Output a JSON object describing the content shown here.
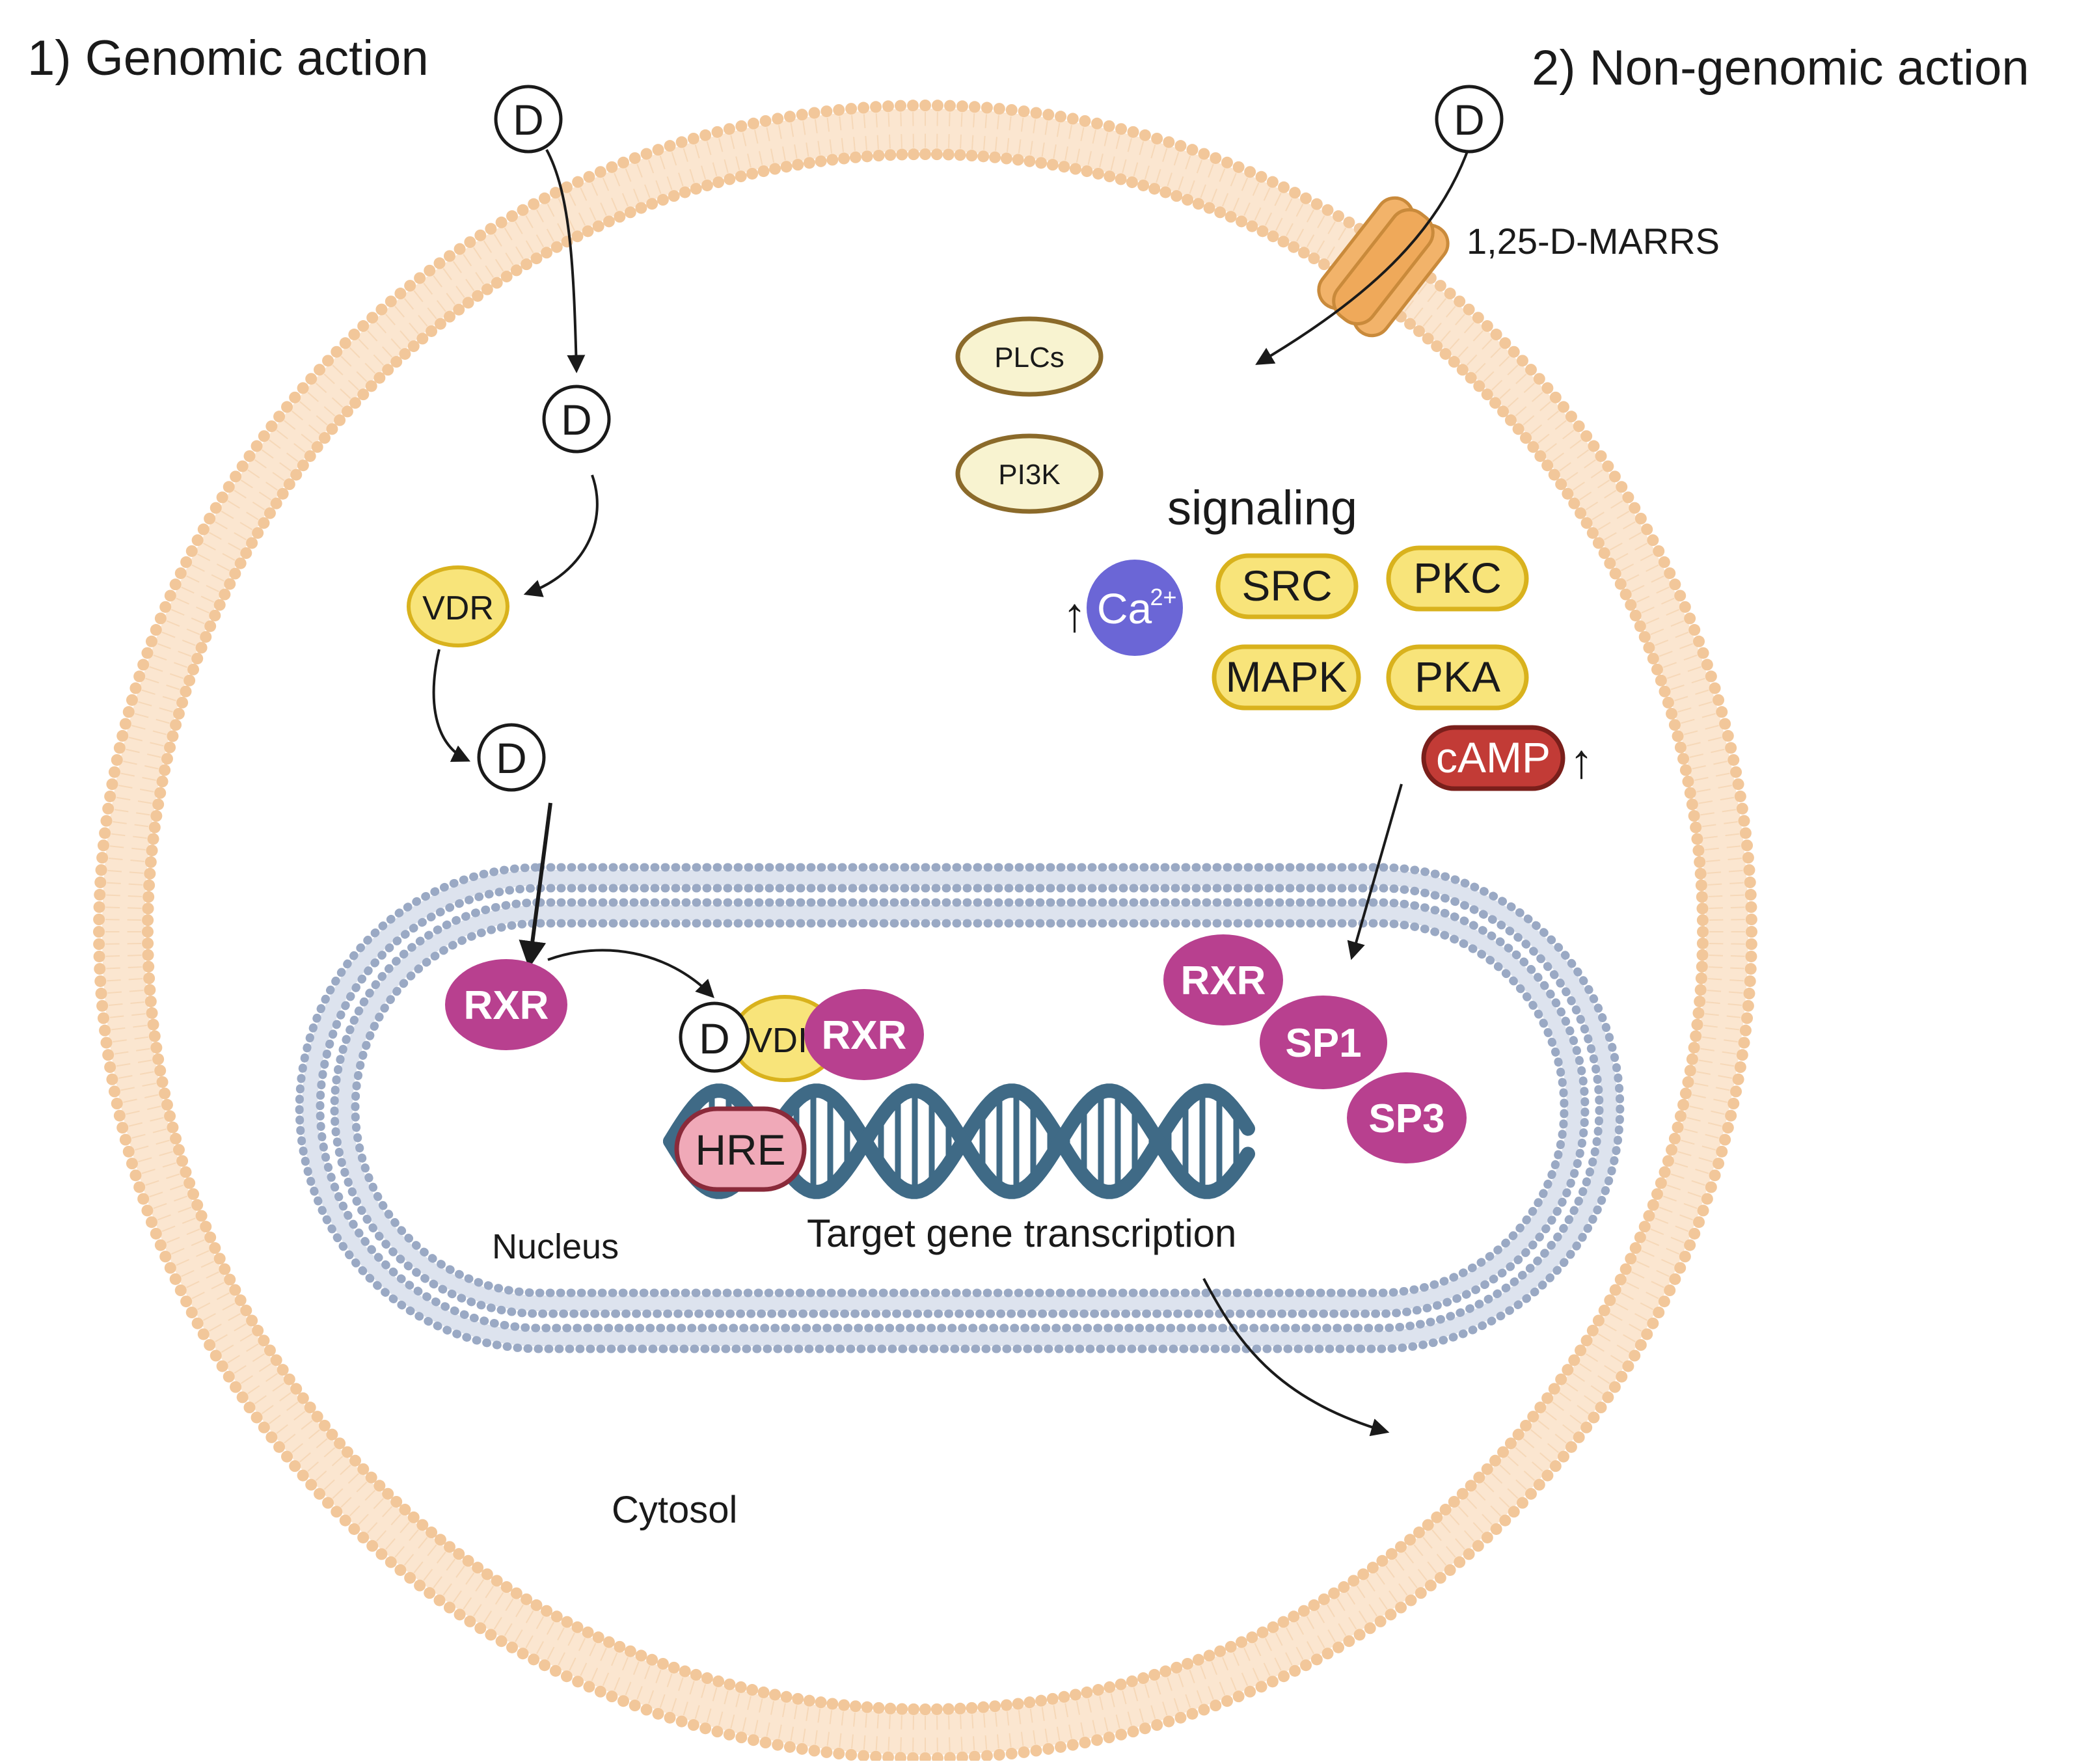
{
  "titles": {
    "genomic": "1) Genomic action",
    "non_genomic": "2) Non-genomic action"
  },
  "labels": {
    "receptor": "1,25-D-MARRS",
    "signaling": "signaling",
    "nucleus": "Nucleus",
    "cytosol": "Cytosol",
    "target_gene": "Target gene transcription",
    "ligand": "D",
    "up_arrow": "↑"
  },
  "molecules": {
    "plcs": "PLCs",
    "pi3k": "PI3K",
    "vdr": "VDR",
    "vdr_partial": "VDI",
    "rxr": "RXR",
    "hre": "HRE",
    "src": "SRC",
    "pkc": "PKC",
    "mapk": "MAPK",
    "pka": "PKA",
    "camp": "cAMP",
    "ca": "Ca",
    "ca_charge": "2+",
    "sp1": "SP1",
    "sp3": "SP3"
  },
  "colors": {
    "cell_membrane": "#f2c79a",
    "nuclear_membrane": "#9aa9c4",
    "yellow_protein": "#f8e47a",
    "yellow_outline": "#d9b21d",
    "magenta_protein": "#b8408f",
    "hre_fill": "#f0a9b8",
    "hre_outline": "#8a2a3a",
    "camp_fill": "#c23b36",
    "ca_fill": "#6b66d6",
    "dna": "#3f6a86",
    "plc_fill": "#f8f3d0",
    "plc_outline": "#8b6a2a"
  }
}
